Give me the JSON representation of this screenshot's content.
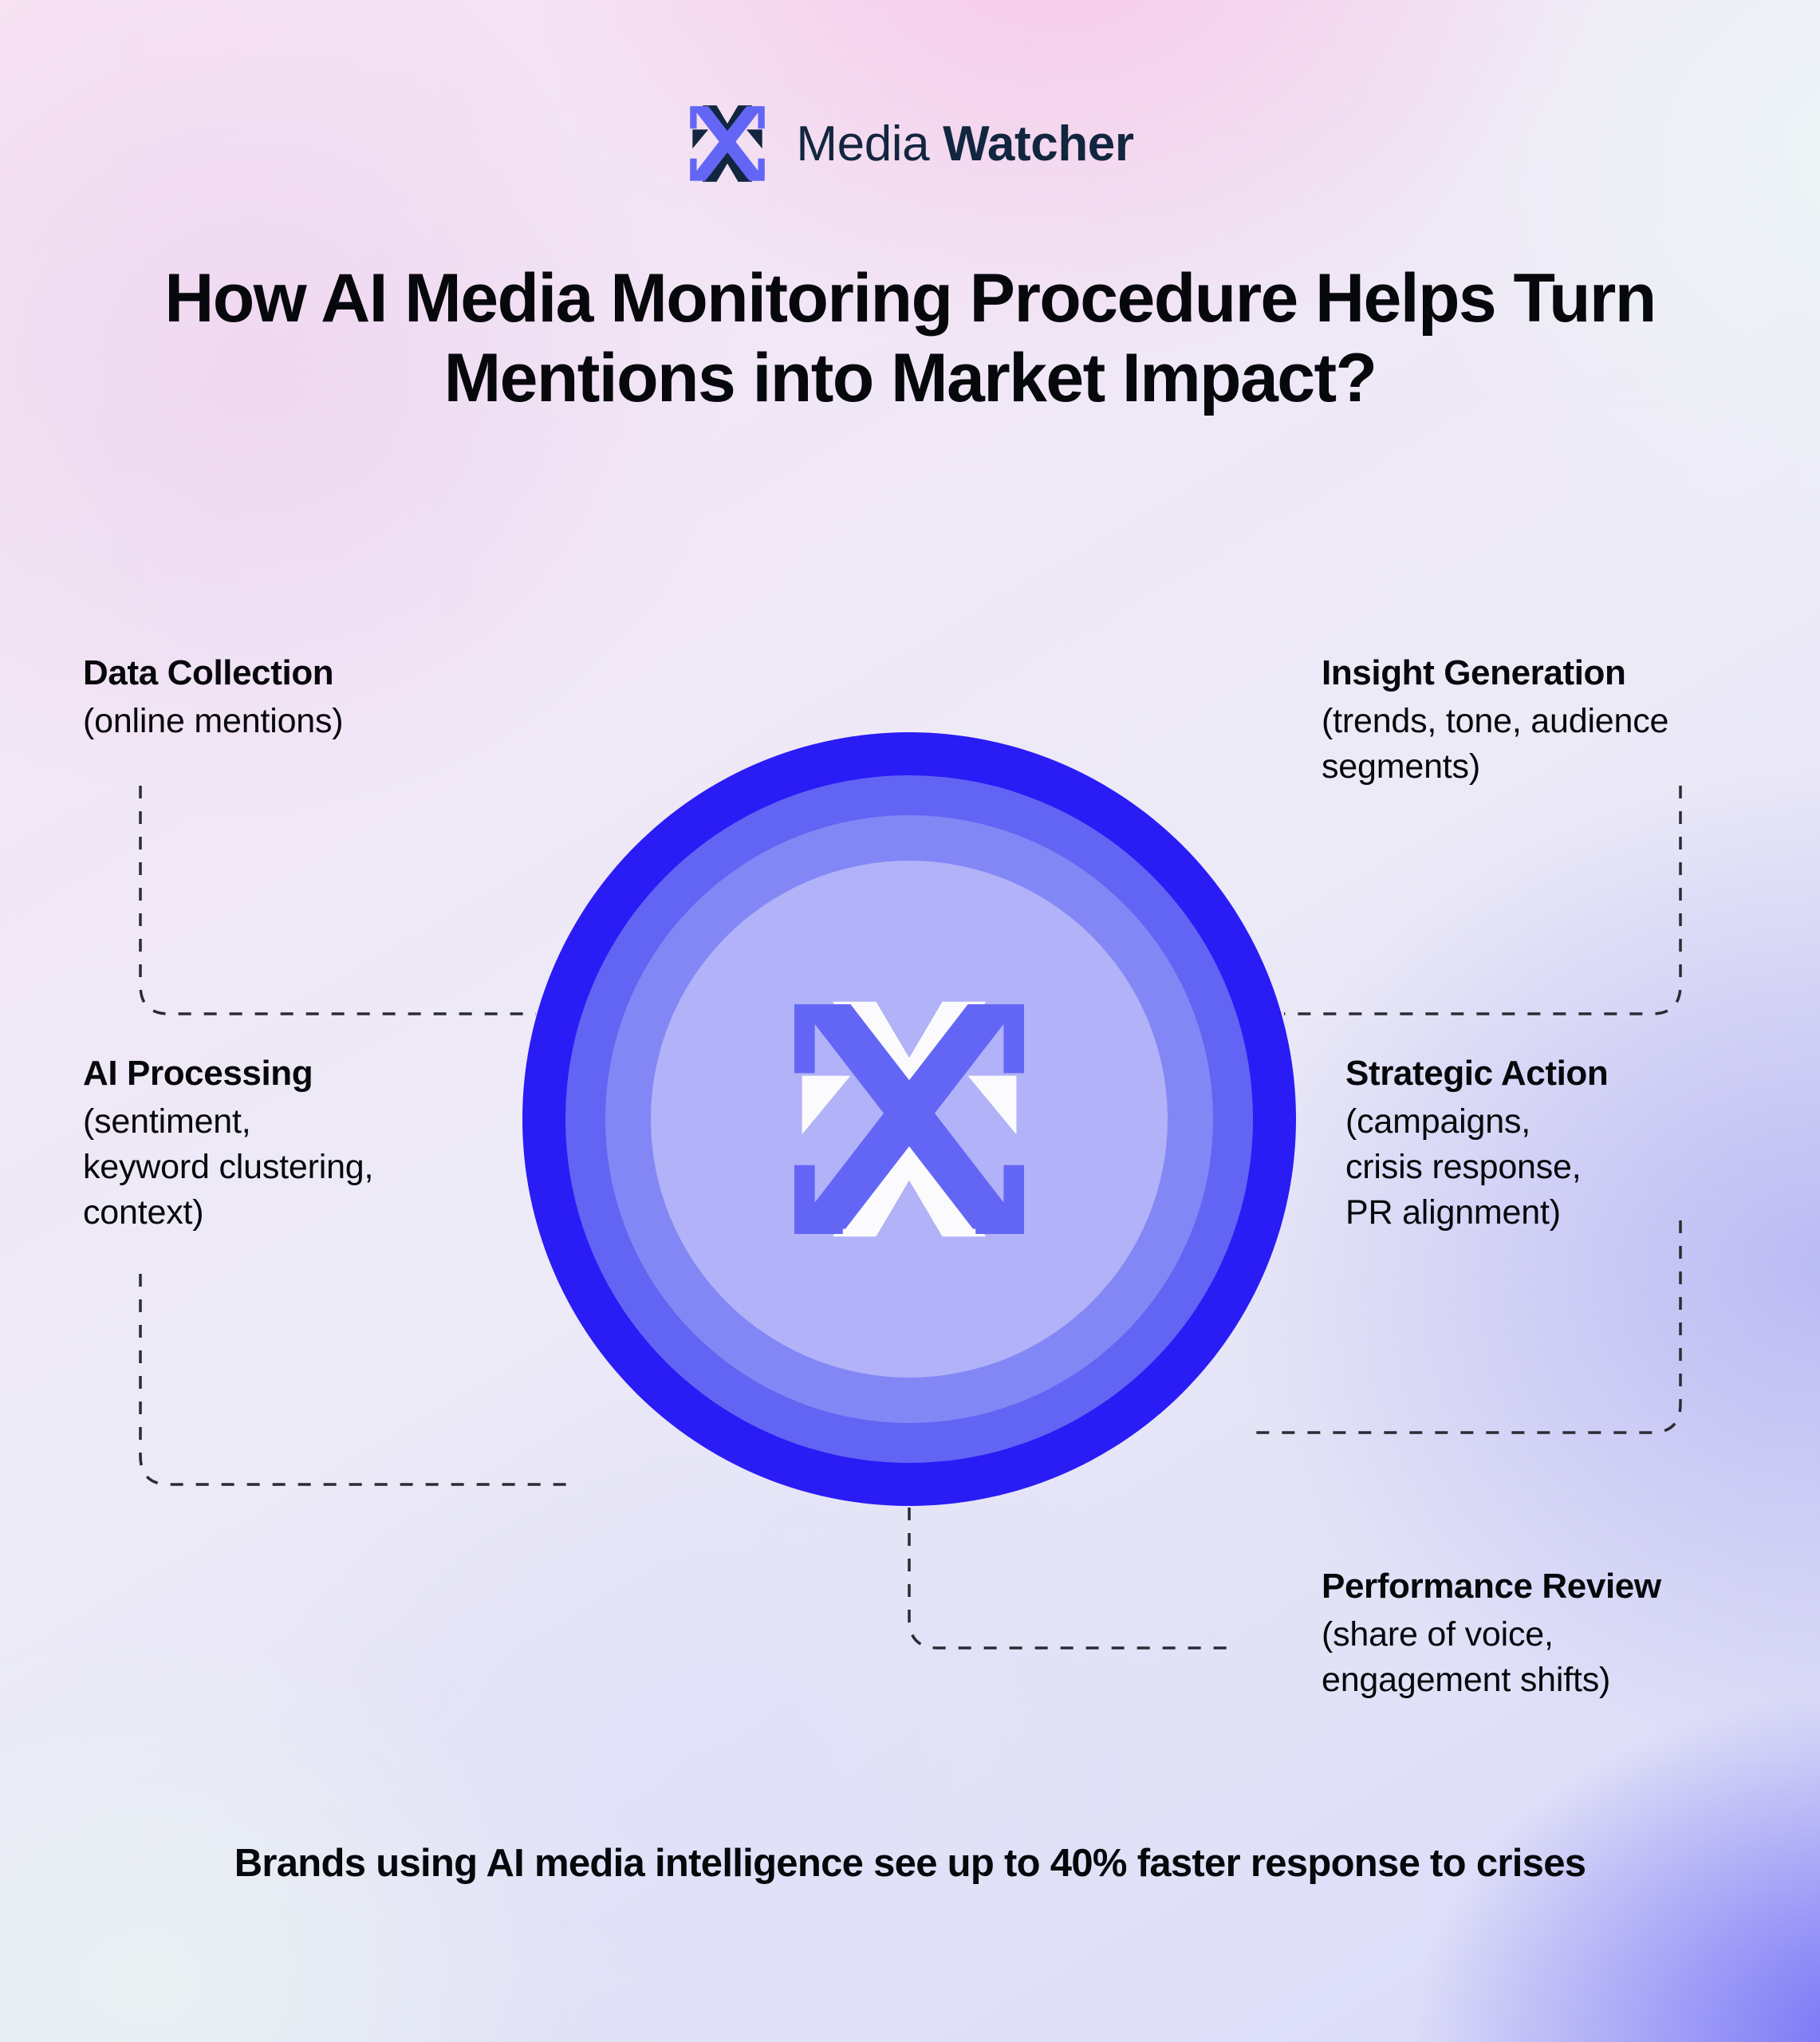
{
  "brand": {
    "logo_icon": "media-watcher-x-logo",
    "name_light": "Media",
    "name_bold": "Watcher"
  },
  "title": "How AI Media Monitoring Procedure Helps Turn Mentions into Market Impact?",
  "center": {
    "logo_icon": "media-watcher-x-logo-large"
  },
  "steps": [
    {
      "id": "data-collection",
      "heading": "Data Collection",
      "detail": "(online mentions)"
    },
    {
      "id": "ai-processing",
      "heading": "AI Processing",
      "detail": "(sentiment,\nkeyword clustering,\ncontext)"
    },
    {
      "id": "insight-generation",
      "heading": "Insight Generation",
      "detail": "(trends, tone, audience\nsegments)"
    },
    {
      "id": "strategic-action",
      "heading": "Strategic Action",
      "detail": "(campaigns,\ncrisis response,\nPR alignment)"
    },
    {
      "id": "performance-review",
      "heading": "Performance Review",
      "detail": "(share of voice,\nengagement shifts)"
    }
  ],
  "footer": "Brands using AI media intelligence see up to 40% faster response to crises",
  "colors": {
    "brand_navy": "#12263F",
    "brand_purple": "#6366F5",
    "ring_outer": "#2A1CF5",
    "ring_second": "#6264F4",
    "ring_third": "#8387F5",
    "ring_inner": "#B1B2F8",
    "text_dark": "#07080C",
    "connector": "#2B2B33"
  }
}
